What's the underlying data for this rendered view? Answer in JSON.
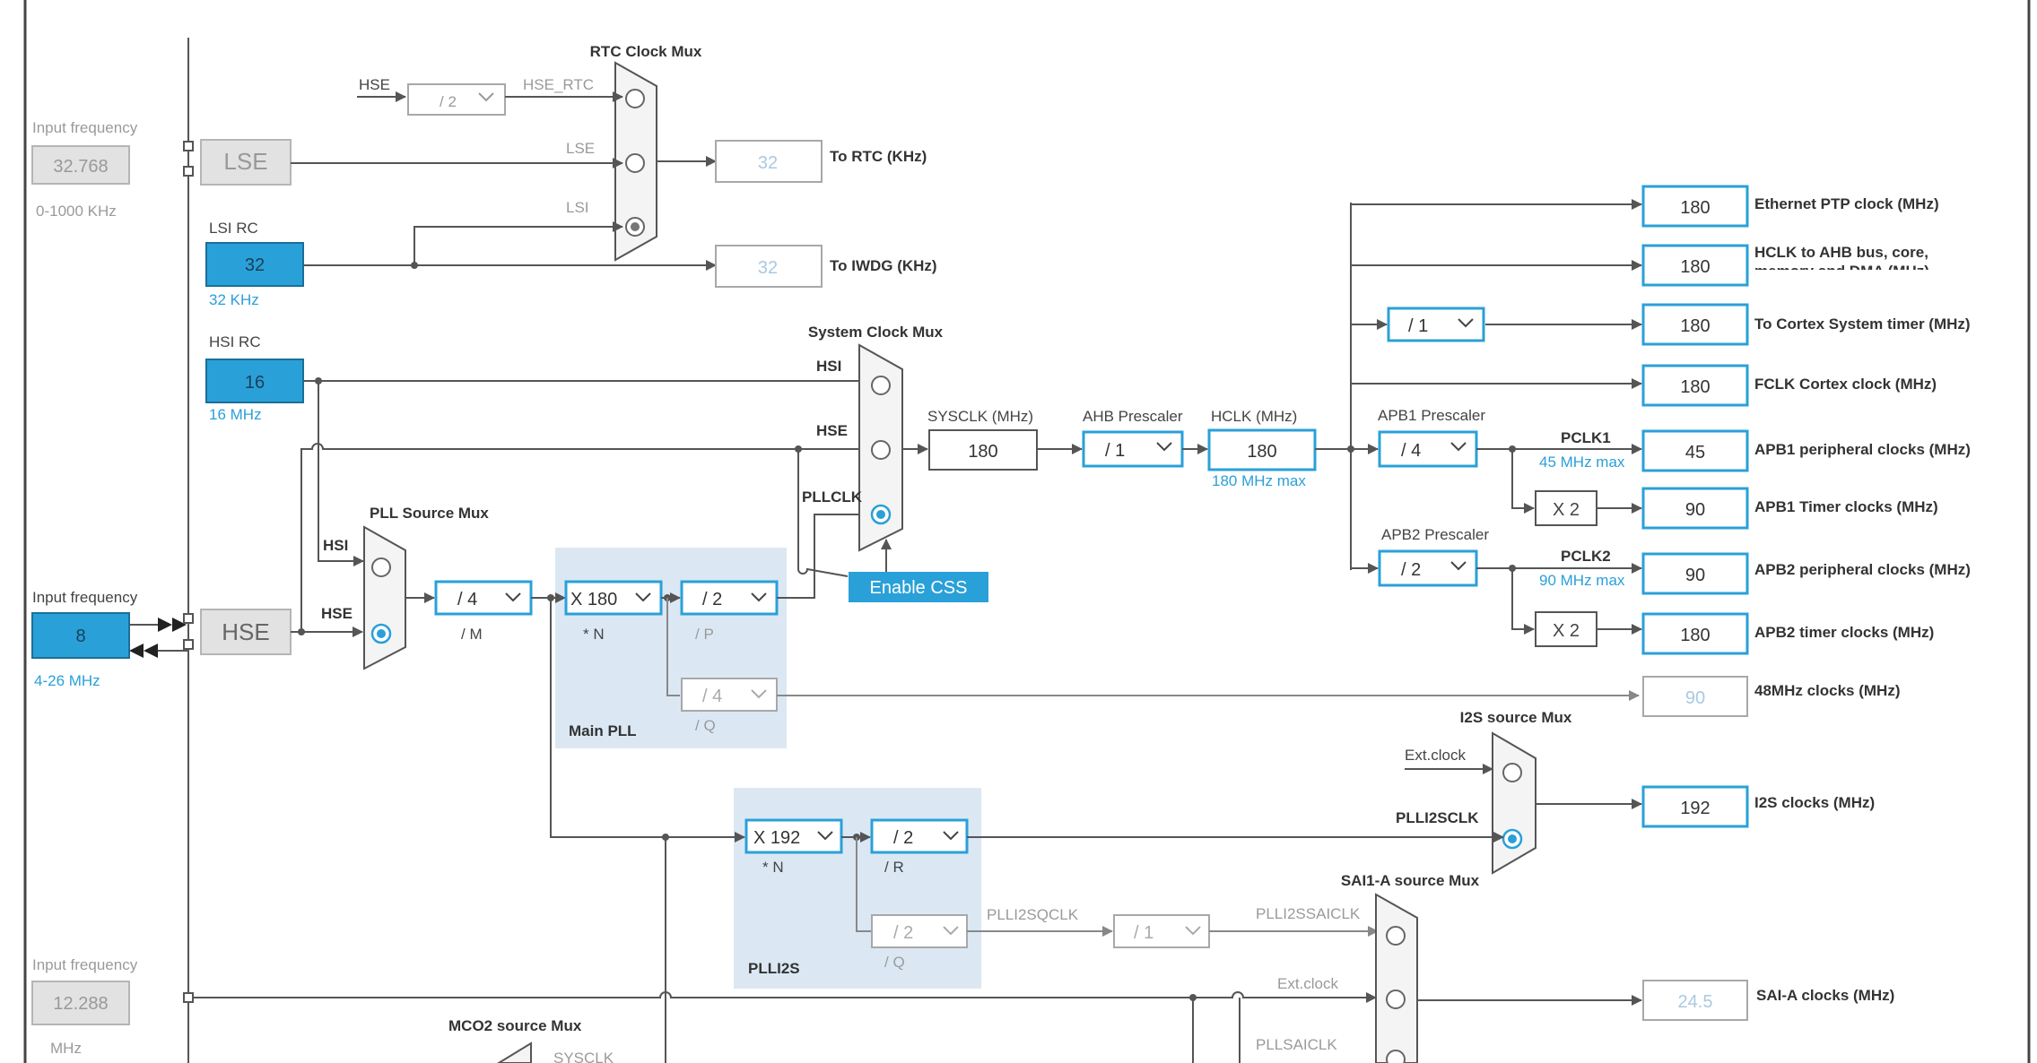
{
  "diagram": {
    "input_frequency_label": "Input frequency",
    "lse_input": {
      "value": "32.768",
      "range": "0-1000 KHz",
      "block_label": "LSE"
    },
    "lsi": {
      "title": "LSI RC",
      "value": "32",
      "unit": "32 KHz"
    },
    "hsi": {
      "title": "HSI RC",
      "value": "16",
      "unit": "16 MHz"
    },
    "hse_input": {
      "value": "8",
      "range": "4-26 MHz",
      "block_label": "HSE"
    },
    "i2s_input": {
      "value": "12.288",
      "unit": "MHz"
    },
    "rtc_mux": {
      "title": "RTC Clock Mux",
      "hse_label": "HSE",
      "hse_div": "/ 2",
      "hse_rtc": "HSE_RTC",
      "lse": "LSE",
      "lsi": "LSI"
    },
    "to_rtc": {
      "value": "32",
      "label": "To RTC (KHz)"
    },
    "to_iwdg": {
      "value": "32",
      "label": "To IWDG (KHz)"
    },
    "pll_source_mux": {
      "title": "PLL Source Mux",
      "hsi": "HSI",
      "hse": "HSE"
    },
    "main_pll": {
      "label": "Main PLL",
      "m_value": "/ 4",
      "m_label": "/ M",
      "n_value": "X 180",
      "n_label": "* N",
      "p_value": "/ 2",
      "p_label": "/ P",
      "q_value": "/ 4",
      "q_label": "/ Q"
    },
    "system_mux": {
      "title": "System Clock Mux",
      "hsi": "HSI",
      "hse": "HSE",
      "pllclk": "PLLCLK",
      "enable_css": "Enable CSS"
    },
    "sysclk": {
      "label": "SYSCLK (MHz)",
      "value": "180"
    },
    "ahb": {
      "label": "AHB Prescaler",
      "value": "/ 1"
    },
    "hclk": {
      "label": "HCLK (MHz)",
      "value": "180",
      "max": "180 MHz max"
    },
    "cortex_div": "/ 1",
    "apb1": {
      "label": "APB1 Prescaler",
      "value": "/ 4",
      "pclk": "PCLK1",
      "max": "45 MHz max",
      "x2": "X 2"
    },
    "apb2": {
      "label": "APB2 Prescaler",
      "value": "/ 2",
      "pclk": "PCLK2",
      "max": "90 MHz max",
      "x2": "X 2"
    },
    "outputs": [
      {
        "value": "180",
        "label": "Ethernet PTP clock (MHz)"
      },
      {
        "value": "180",
        "label": "HCLK to AHB bus, core,",
        "label2": "memory and DMA (MHz)"
      },
      {
        "value": "180",
        "label": "To Cortex System timer (MHz)"
      },
      {
        "value": "180",
        "label": "FCLK Cortex clock (MHz)"
      },
      {
        "value": "45",
        "label": "APB1 peripheral clocks (MHz)"
      },
      {
        "value": "90",
        "label": "APB1 Timer clocks (MHz)"
      },
      {
        "value": "90",
        "label": "APB2 peripheral clocks (MHz)"
      },
      {
        "value": "180",
        "label": "APB2 timer clocks (MHz)"
      },
      {
        "value": "90",
        "label": "48MHz clocks (MHz)"
      },
      {
        "value": "192",
        "label": "I2S clocks (MHz)"
      },
      {
        "value": "24.5",
        "label": "SAI-A clocks (MHz)"
      }
    ],
    "i2s_mux": {
      "title": "I2S source Mux",
      "ext": "Ext.clock",
      "plli2sclk": "PLLI2SCLK"
    },
    "plli2s": {
      "label": "PLLI2S",
      "n_value": "X 192",
      "n_label": "* N",
      "r_value": "/ 2",
      "r_label": "/ R",
      "q_value": "/ 2",
      "q_label": "/ Q",
      "sqclk": "PLLI2SQCLK",
      "div_value": "/ 1"
    },
    "sai_mux": {
      "title": "SAI1-A source Mux",
      "plli2ssaiclk": "PLLI2SSAICLK",
      "ext": "Ext.clock",
      "pllsaiclk": "PLLSAICLK"
    },
    "mco2": {
      "title": "MCO2 source Mux",
      "sysclk": "SYSCLK"
    }
  },
  "colors": {
    "accent": "#2aa0d8",
    "plla": "#dbe8f4",
    "line": "#555555"
  }
}
